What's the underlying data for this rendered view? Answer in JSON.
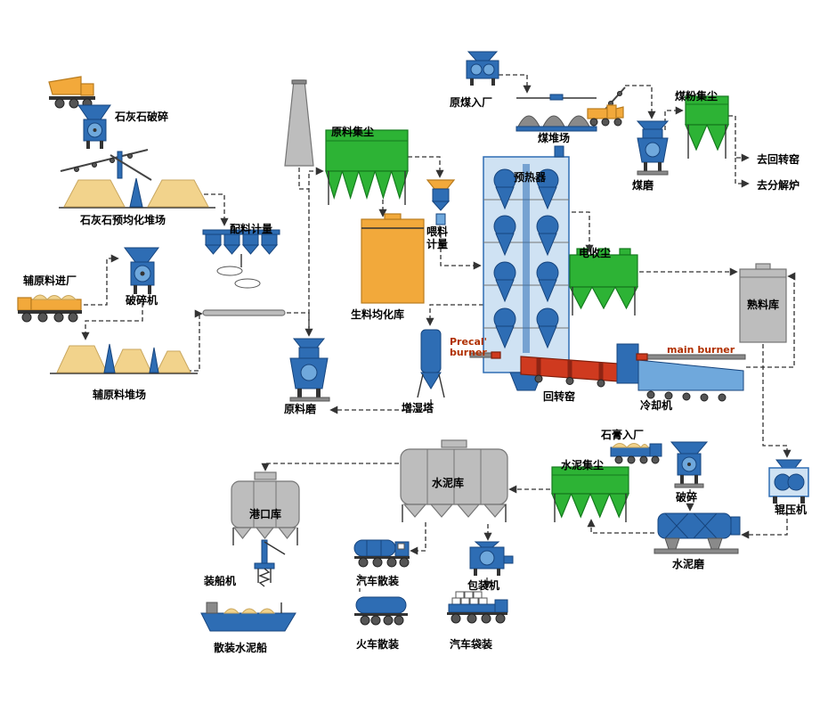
{
  "labels": {
    "limestone_crushing": "石灰石破碎",
    "limestone_yard": "石灰石预均化堆场",
    "batching": "配料计量",
    "aux_entry": "辅原料进厂",
    "aux_crusher": "破碎机",
    "aux_yard": "辅原料堆场",
    "raw_mill": "原料磨",
    "raw_dust": "原料集尘",
    "raw_meal_silo": "生料均化库",
    "feed_metering": "喂料计量",
    "preheater": "预热器",
    "humidifier": "增湿塔",
    "coal_entry": "原煤入厂",
    "coal_yard": "煤堆场",
    "coal_dust": "煤粉集尘",
    "coal_mill": "煤磨",
    "to_rotary_kiln": "去回转窑",
    "to_calciner": "去分解炉",
    "esp": "电收尘",
    "clinker_silo": "熟料库",
    "precal_burner": "Precal' burner",
    "main_burner": "main burner",
    "rotary_kiln": "回转窑",
    "cooler": "冷却机",
    "gypsum_entry": "石膏入厂",
    "cement_dust": "水泥集尘",
    "gypsum_crushing": "破碎",
    "roller_press": "辊压机",
    "cement_mill": "水泥磨",
    "cement_silo": "水泥库",
    "port_silo": "港口库",
    "ship_loader": "装船机",
    "bulk_ship": "散装水泥船",
    "truck_bulk": "汽车散装",
    "train_bulk": "火车散装",
    "packing_machine": "包装机",
    "truck_bagged": "汽车袋装"
  },
  "colors": {
    "equipment_blue": "#2e6db4",
    "equipment_light_blue": "#6fa8dc",
    "preheater_frame_blue": "#cfe2f3",
    "dust_collector_green": "#2db335",
    "silo_orange": "#f2a93b",
    "storage_pile_tan": "#f2d38c",
    "kiln_red": "#cf3a1f",
    "silo_gray": "#bdbdbd",
    "connector_line": "#333333",
    "burner_label_red": "#b03000"
  }
}
